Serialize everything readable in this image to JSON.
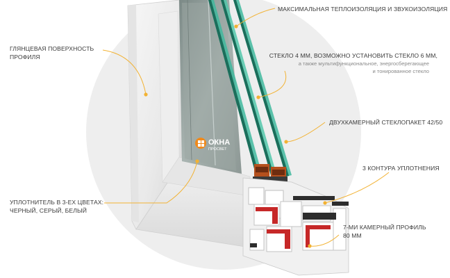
{
  "background_circle_color": "#eeeeee",
  "leader_color": "#f2b233",
  "brand": {
    "name": "ОКНА",
    "tagline": "ПРОСВЕТ",
    "logo_icon": "sun-window-logo-icon",
    "accent": "#f08a1c"
  },
  "callouts": {
    "glossy": {
      "line1": "Глянцевая поверхность",
      "line2": "профиля"
    },
    "seal": {
      "line1": "Уплотнитель в 3-ех цветах:",
      "line2": "черный, серый, белый"
    },
    "insulation": {
      "text": "Максимальная теплоизоляция и звукоизоляция"
    },
    "glass": {
      "title": "Стекло 4 мм, возможно установить стекло 6 мм,",
      "sub1": "а также мультифункциональное, энергосберегающее",
      "sub2": "и тонированное стекло"
    },
    "glazing_unit": {
      "text": "Двухкамерный стеклопакет 42/50"
    },
    "contours": {
      "text": "3 контура уплотнения"
    },
    "profile": {
      "line1": "7-ми камерный профиль",
      "line2": "80 мм"
    }
  }
}
